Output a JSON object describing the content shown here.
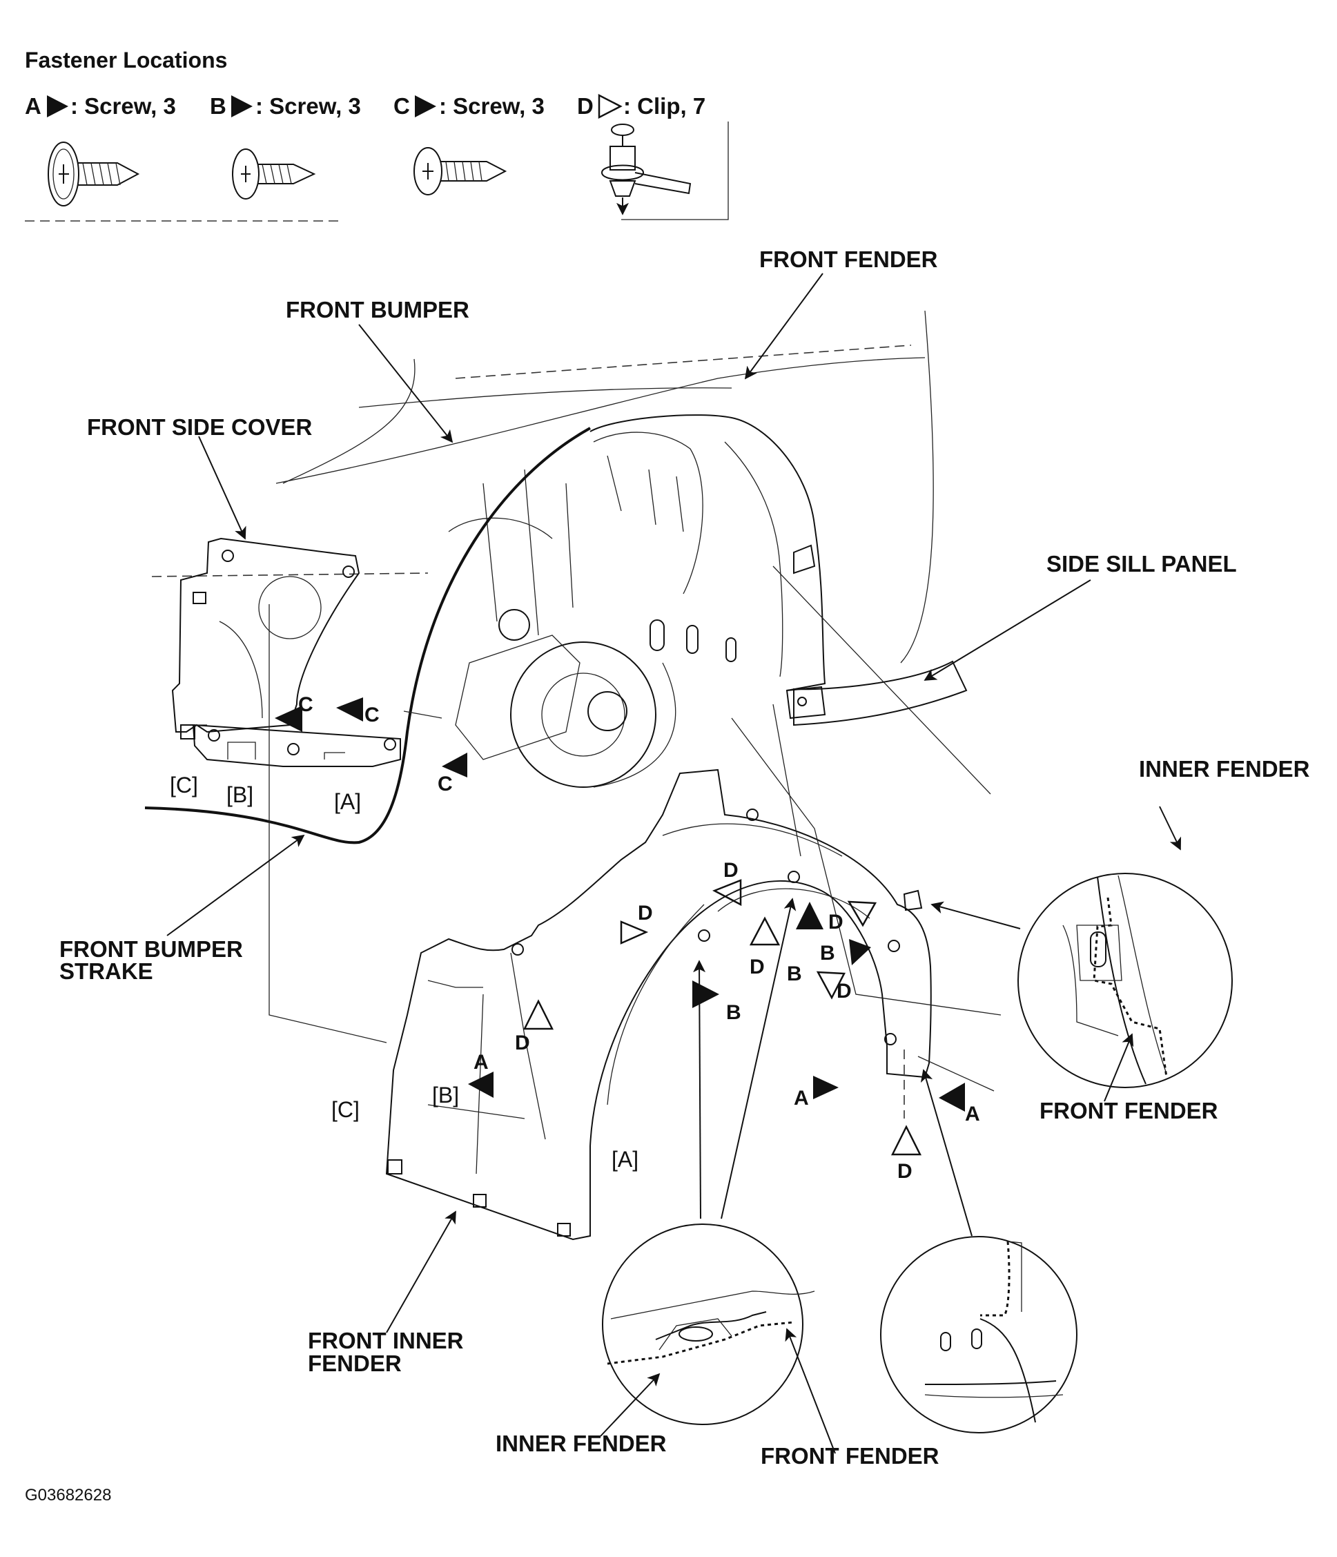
{
  "header": {
    "title": "Fastener Locations",
    "items": [
      {
        "key": "A",
        "desc": ": Screw, 3",
        "marker": "filled"
      },
      {
        "key": "B",
        "desc": ": Screw, 3",
        "marker": "filled"
      },
      {
        "key": "C",
        "desc": ": Screw, 3",
        "marker": "filled"
      },
      {
        "key": "D",
        "desc": ": Clip, 7",
        "marker": "outline"
      }
    ]
  },
  "labels": {
    "front_fender": "FRONT FENDER",
    "front_bumper": "FRONT BUMPER",
    "front_side_cover": "FRONT SIDE COVER",
    "side_sill_panel": "SIDE SILL PANEL",
    "inner_fender": "INNER FENDER",
    "front_fender_detail": "FRONT FENDER",
    "front_bumper_strake_1": "FRONT BUMPER",
    "front_bumper_strake_2": "STRAKE",
    "front_inner_fender_1": "FRONT INNER",
    "front_inner_fender_2": "FENDER",
    "inner_fender_bottom": "INNER FENDER",
    "front_fender_bottom": "FRONT FENDER"
  },
  "markers": {
    "a": "A",
    "b": "B",
    "c": "C",
    "d": "D",
    "ref_a": "[A]",
    "ref_b": "[B]",
    "ref_c": "[C]"
  },
  "figure_code": "G03682628",
  "colors": {
    "ink": "#111111",
    "paper": "#ffffff"
  }
}
